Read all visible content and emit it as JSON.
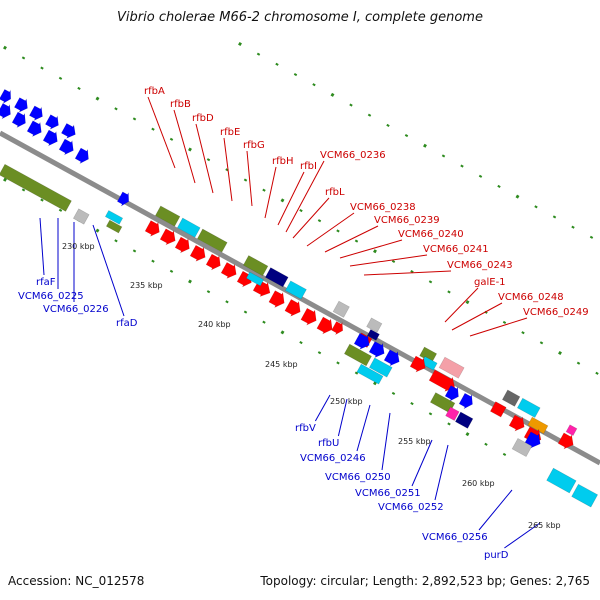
{
  "title": "Vibrio cholerae M66-2 chromosome I, complete genome",
  "footer": {
    "accession": "Accession: NC_012578",
    "topology": "Topology: circular; Length: 2,892,523 bp; Genes: 2,765"
  },
  "colors": {
    "backbone": "#8c8c8c",
    "tick": "#2e8b1f",
    "top_labels": "#cc0000",
    "bottom_labels": "#0000cc",
    "rrna_or_cds_red": "#ff0000",
    "cds_blue": "#0000ff",
    "olive": "#6b8e23",
    "cyan": "#00ccee",
    "navy": "#000080",
    "pink": "#f4a0a8",
    "orange": "#ee9900",
    "magenta": "#ff22aa",
    "gray": "#bbbbbb",
    "darkgray": "#666666"
  },
  "kbp_labels": [
    "230 kbp",
    "235 kbp",
    "240 kbp",
    "245 kbp",
    "250 kbp",
    "255 kbp",
    "260 kbp",
    "265 kbp"
  ],
  "top_gene_labels": [
    "rfbA",
    "rfbB",
    "rfbD",
    "rfbE",
    "rfbG",
    "rfbH",
    "rfbI",
    "VCM66_0236",
    "rfbL",
    "VCM66_0238",
    "VCM66_0239",
    "VCM66_0240",
    "VCM66_0241",
    "VCM66_0243",
    "galE-1",
    "VCM66_0248",
    "VCM66_0249"
  ],
  "bottom_gene_labels": [
    "rfaF",
    "VCM66_0225",
    "VCM66_0226",
    "rfaD",
    "rfbV",
    "rfbU",
    "VCM66_0246",
    "VCM66_0250",
    "VCM66_0251",
    "VCM66_0252",
    "VCM66_0256",
    "purD"
  ]
}
